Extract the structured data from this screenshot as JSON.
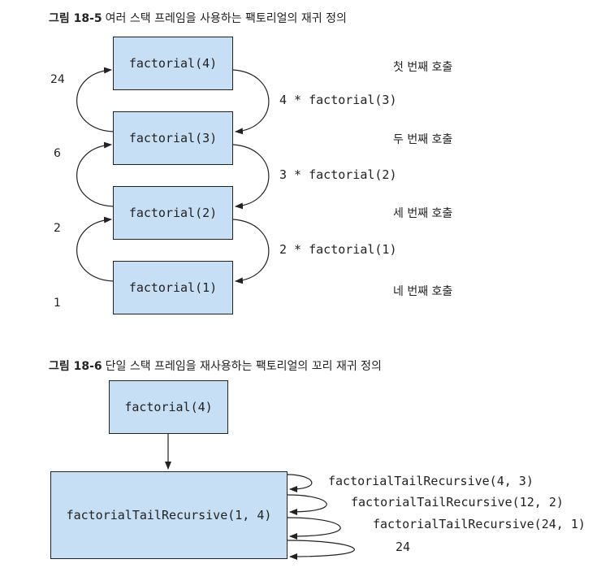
{
  "figure1": {
    "caption_num": "그림 18-5",
    "caption_text": "여러 스택 프레임을 사용하는 팩토리얼의 재귀 정의",
    "boxes": [
      "factorial(4)",
      "factorial(3)",
      "factorial(2)",
      "factorial(1)"
    ],
    "calls": [
      "4 * factorial(3)",
      "3 * factorial(2)",
      "2 * factorial(1)"
    ],
    "call_labels": [
      "첫 번째 호출",
      "두 번째 호출",
      "세 번째 호출",
      "네 번째 호출"
    ],
    "returns": [
      "24",
      "6",
      "2",
      "1"
    ]
  },
  "figure2": {
    "caption_num": "그림 18-6",
    "caption_text": "단일 스택 프레임을 재사용하는 팩토리얼의 꼬리 재귀 정의",
    "top_box": "factorial(4)",
    "main_box": "factorialTailRecursive(1, 4)",
    "calls": [
      "factorialTailRecursive(4, 3)",
      "factorialTailRecursive(12, 2)",
      "factorialTailRecursive(24, 1)",
      "24"
    ]
  }
}
